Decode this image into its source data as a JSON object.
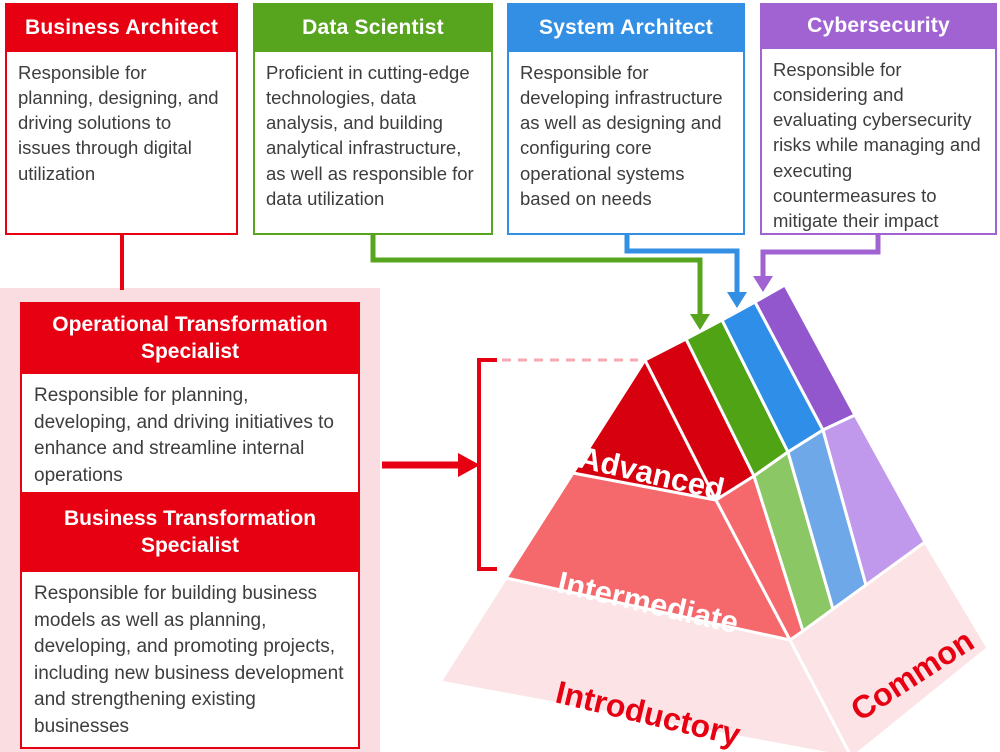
{
  "role_cards": [
    {
      "title": "Business Architect",
      "description": "Responsible for planning, designing, and driving solutions to issues through digital utilization",
      "color": "#e60012"
    },
    {
      "title": "Data Scientist",
      "description": "Proficient in cutting-edge technologies, data analysis, and building analytical infrastructure, as well as responsible for data utilization",
      "color": "#57a41e"
    },
    {
      "title": "System Architect",
      "description": "Responsible for developing infrastructure as well as designing and configuring core operational systems based on needs",
      "color": "#338fe3"
    },
    {
      "title": "Cybersecurity",
      "description": "Responsible for considering and evaluating cybersecurity risks while managing and executing countermeasures to mitigate their impact",
      "color": "#a263d2"
    }
  ],
  "specialist_cards": [
    {
      "title": "Operational Transformation Specialist",
      "description": "Responsible for planning, developing, and driving initiatives to enhance and streamline internal operations",
      "color": "#e60012"
    },
    {
      "title": "Business Transformation Specialist",
      "description": "Responsible for building business models as well as planning, developing, and promoting projects, including new business development and strengthening existing businesses",
      "color": "#e60012"
    }
  ],
  "pyramid": {
    "levels": [
      "Advanced",
      "Intermediate",
      "Introductory"
    ],
    "side_label": "Common",
    "front_colors": {
      "advanced": "#d7000f",
      "intermediate": "#f5686c",
      "introductory": "#fce3e6",
      "common": "#fce3e6"
    },
    "stripe_colors_advanced": [
      "#d7000f",
      "#4fa315",
      "#2f8fe8",
      "#9357cd"
    ],
    "stripe_colors_intermediate": [
      "#f5686c",
      "#8cc765",
      "#6fa8e9",
      "#c099ec"
    ],
    "label_color_front": "#ffffff",
    "label_color_base": "#e60012",
    "panel_color": "#fadde1"
  }
}
